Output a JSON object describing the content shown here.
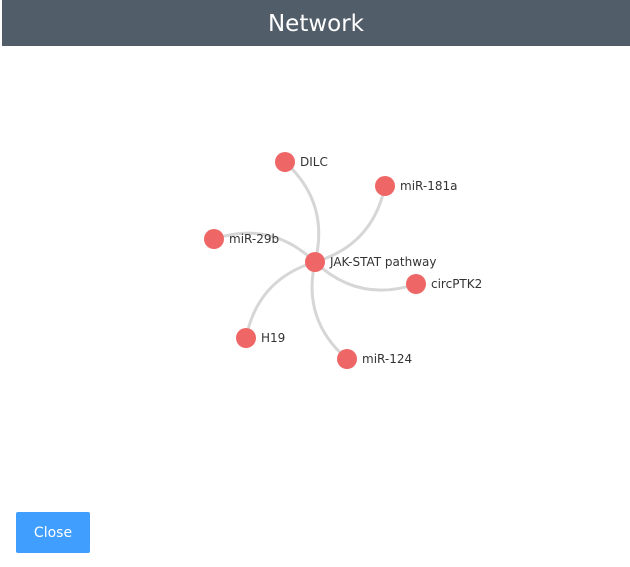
{
  "dialog": {
    "title": "Network",
    "close_label": "Close"
  },
  "network": {
    "center": "JAK-STAT pathway",
    "nodes": [
      "JAK-STAT pathway",
      "DILC",
      "miR-181a",
      "miR-29b",
      "circPTK2",
      "H19",
      "miR-124"
    ],
    "edges": [
      [
        "JAK-STAT pathway",
        "DILC"
      ],
      [
        "JAK-STAT pathway",
        "miR-181a"
      ],
      [
        "JAK-STAT pathway",
        "miR-29b"
      ],
      [
        "JAK-STAT pathway",
        "circPTK2"
      ],
      [
        "JAK-STAT pathway",
        "H19"
      ],
      [
        "JAK-STAT pathway",
        "miR-124"
      ]
    ],
    "node_color": "#ee6666",
    "edge_color": "#d6d6d6"
  }
}
